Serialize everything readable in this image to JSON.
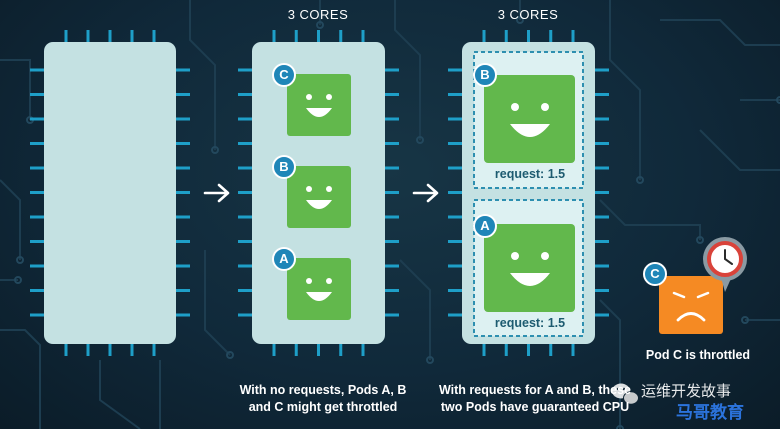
{
  "headers": {
    "middle": "3 CORES",
    "right": "3 CORES"
  },
  "pods": {
    "middle": [
      "C",
      "B",
      "A"
    ],
    "right": [
      "B",
      "A"
    ],
    "throttled": "C"
  },
  "requests": {
    "b": "request: 1.5",
    "a": "request: 1.5"
  },
  "captions": {
    "left_line1": "With no requests, Pods A, B",
    "left_line2": "and C might get throttled",
    "right_line1": "With requests for A and B, these",
    "right_line2": "two Pods have guaranteed CPU"
  },
  "throttled_label": "Pod C is throttled",
  "watermark": {
    "line1": "运维开发故事",
    "line2": "马哥教育"
  },
  "icons": [
    "arrow-right-icon",
    "smiley-face-icon",
    "sad-face-icon",
    "clock-icon",
    "wechat-icon"
  ],
  "colors": {
    "background": "#10293a",
    "chip": "#c4e1e2",
    "pod_green": "#62b84c",
    "badge_blue": "#1f86b8",
    "pod_orange": "#f58a23",
    "clock_red": "#d9433a"
  }
}
